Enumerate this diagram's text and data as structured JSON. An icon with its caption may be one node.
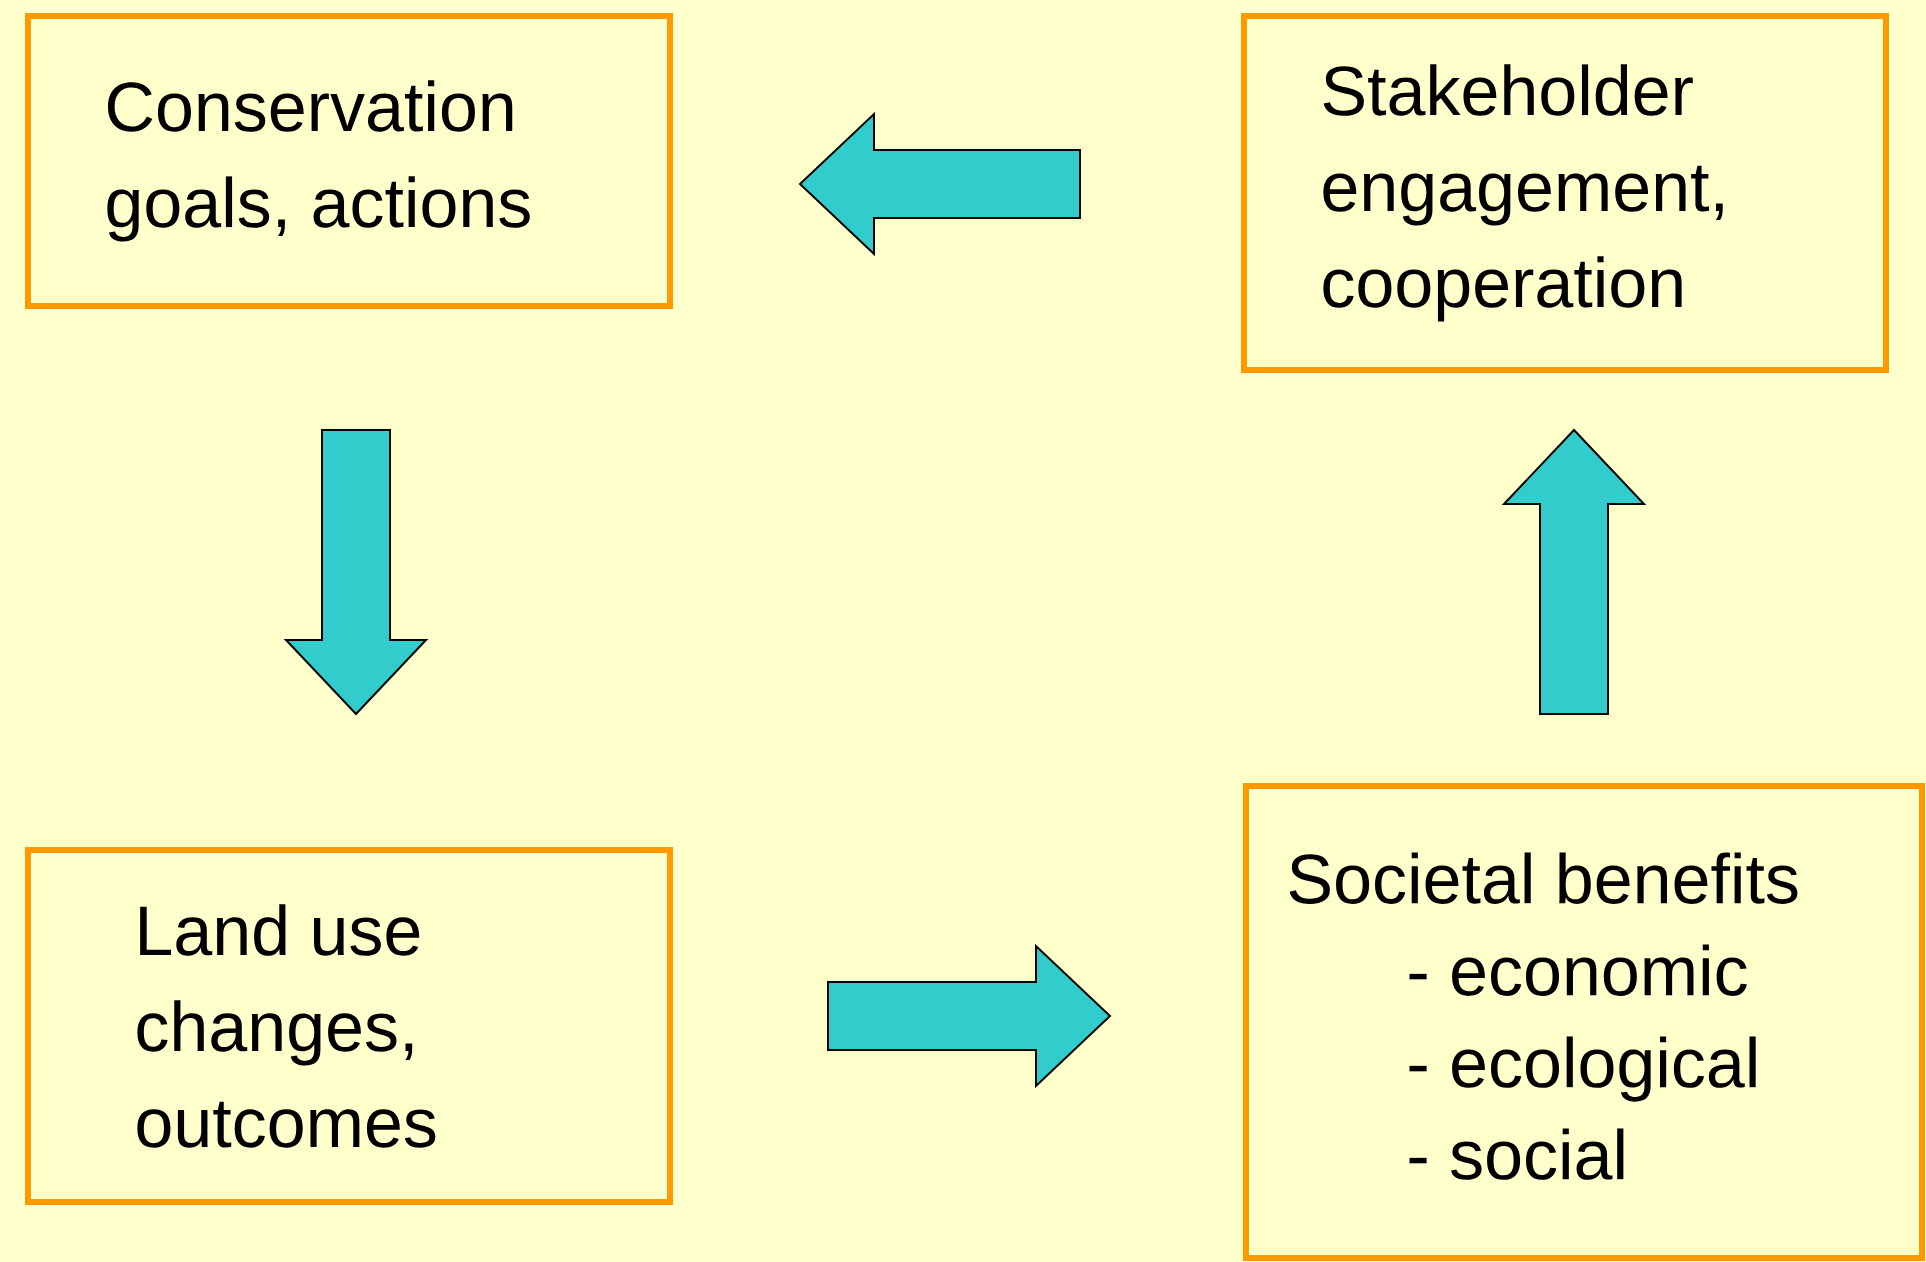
{
  "diagram": {
    "nodes": [
      {
        "text": [
          "Conservation goals, actions"
        ]
      },
      {
        "text": [
          "Stakeholder engagement, cooperation"
        ]
      },
      {
        "text": [
          "Land use changes, outcomes"
        ]
      },
      {
        "text": [
          "Societal benefits",
          "- economic",
          "- ecological",
          "- social"
        ]
      }
    ],
    "edges": [
      {
        "from": 1,
        "to": 0,
        "arrow": "to"
      },
      {
        "from": 0,
        "to": 2,
        "arrow": "to"
      },
      {
        "from": 2,
        "to": 3,
        "arrow": "to"
      },
      {
        "from": 3,
        "to": 1,
        "arrow": "to"
      }
    ]
  }
}
